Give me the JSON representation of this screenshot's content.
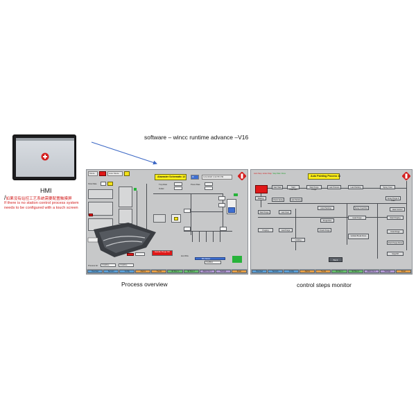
{
  "software_title": "software –  wincc runtime advance –V16",
  "hmi": {
    "caption": "HMI",
    "note_slash": "/",
    "note_chinese": "如果没有站控工艺系统需要配置触摸屏",
    "note_english": "If there is no station control process system needs to be configured with a touch screen"
  },
  "process_overview": {
    "caption": "Process overview",
    "title": "Abwaster Schematic",
    "title_number": "12",
    "header_left": "Auto Mode",
    "datetime": "11/1/2018 4:42:55 PM",
    "labels": {
      "mode": "Mode",
      "flow_rate": "Flow Rate",
      "temp": "Tmp Raw",
      "outlet": "Outlet",
      "pressure": "Press Raw",
      "mix_motor": "Mix Motor",
      "recycle": "Hot Wrts",
      "purge": "Handle Purge Fib",
      "status": "Coolflow",
      "process_tag": "Process Air",
      "value_a": "Undefine",
      "value_b": "Undefine"
    },
    "colors": {
      "accent_yellow": "#ffef1a",
      "alarm_red": "#e01818",
      "ok_green": "#27b33a",
      "tank_blue": "#3e6fd1"
    }
  },
  "control_steps": {
    "caption": "control steps monitor",
    "title": "Auto Painting Process",
    "title_number": "11",
    "legend": [
      {
        "text": "Auto Step",
        "color": "#d21d1d"
      },
      {
        "text": "Active Step",
        "color": "#d21d1d"
      },
      {
        "text": "Step Wait",
        "color": "#1f9e2a"
      },
      {
        "text": "Done",
        "color": "#1f9e2a"
      }
    ],
    "steps": [
      "Waiting",
      "Start Wait",
      "Start Coat/Start",
      "Start Purge Purge",
      "Last Process",
      "Last Painting",
      "Spray Coat",
      "Spray Purge & Inlet",
      "Check Spray",
      "Last Painting",
      "Auto Painting",
      "Spray Coat Run",
      "Heat Control",
      "Start Purge",
      "Last Coat",
      "Purge Run",
      "Heat Purge",
      "Start Purging",
      "Purging",
      "Last Purge",
      "Cooling",
      "Check Purge",
      "Update Break Done",
      "Final Purge",
      "Push Purge Done",
      "Stop/Off"
    ],
    "back_label": "Back"
  },
  "nav_buttons": [
    {
      "label": "Overview",
      "color": "#5aa0d8"
    },
    {
      "label": "Sensors",
      "color": "#5aa0d8"
    },
    {
      "label": "Config",
      "color": "#5aa0d8"
    },
    {
      "label": "Alarms",
      "color": "#e7a046"
    },
    {
      "label": "Trends",
      "color": "#e7a046"
    },
    {
      "label": "Wr Mon 1",
      "color": "#65c06b"
    },
    {
      "label": "Wr Mon 2",
      "color": "#65c06b"
    },
    {
      "label": "Alarm Cw 1",
      "color": "#b49ad6"
    },
    {
      "label": "Settings",
      "color": "#b49ad6"
    },
    {
      "label": "Reset",
      "color": "#e7a046"
    }
  ]
}
